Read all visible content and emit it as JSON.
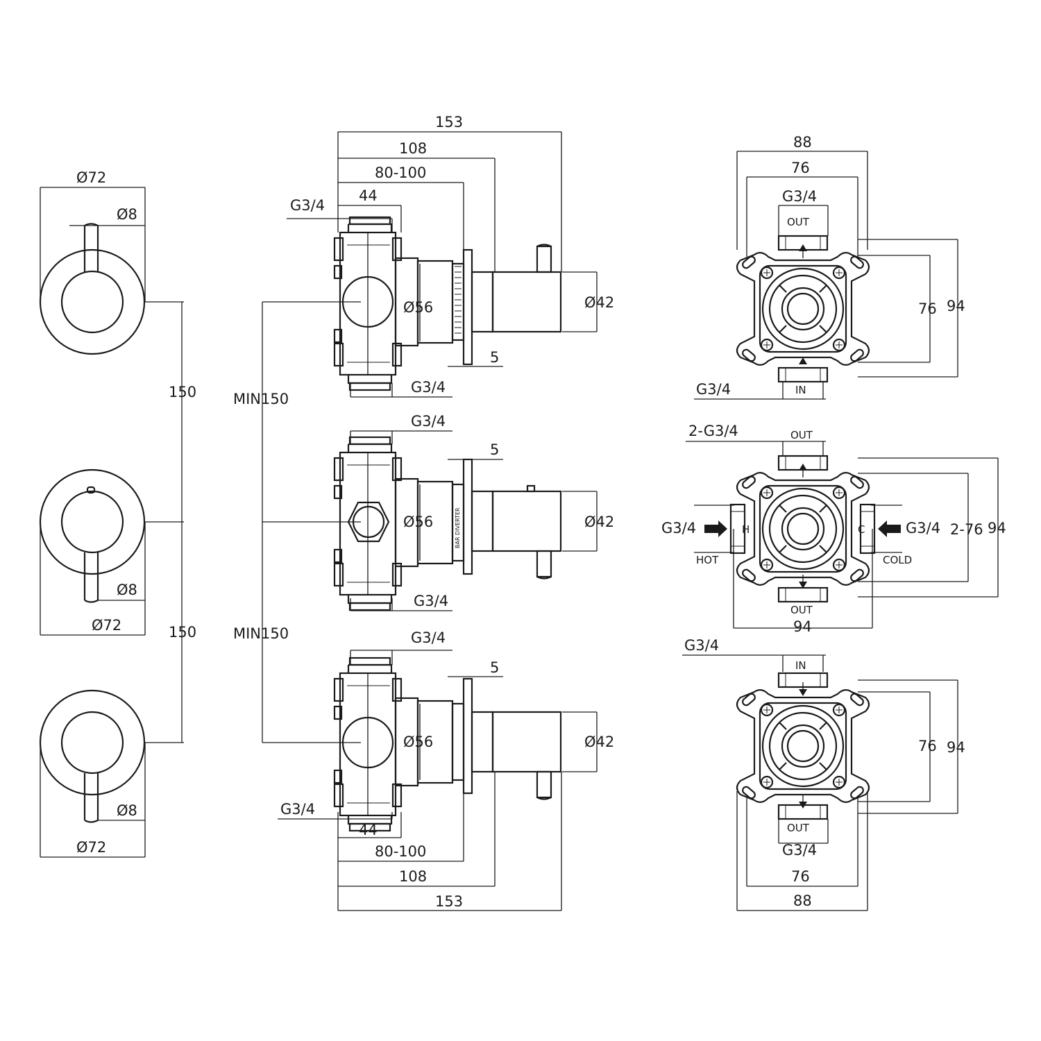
{
  "handles": {
    "top": {
      "outer_diameter": "Ø72",
      "lever_diameter": "Ø8"
    },
    "middle": {
      "lever_diameter": "Ø8",
      "outer_diameter": "Ø72"
    },
    "bottom": {
      "lever_diameter": "Ø8",
      "outer_diameter": "Ø72"
    },
    "spacing_top": "150",
    "spacing_bottom": "150"
  },
  "side_views": {
    "min_spacing_top": "MIN150",
    "min_spacing_bottom": "MIN150",
    "top": {
      "overall": "153",
      "to_handle": "108",
      "wall_depth": "80-100",
      "body_width": "44",
      "inlet_thread": "G3/4",
      "outlet_thread": "G3/4",
      "sleeve_diameter": "Ø56",
      "handle_diameter": "Ø42",
      "plate_thickness": "5"
    },
    "middle": {
      "top_thread": "G3/4",
      "bottom_thread": "G3/4",
      "sleeve_diameter": "Ø56",
      "handle_diameter": "Ø42",
      "plate_thickness": "5",
      "plate_text": "BAR DIVERTER"
    },
    "bottom": {
      "top_thread": "G3/4",
      "inlet_thread": "G3/4",
      "sleeve_diameter": "Ø56",
      "handle_diameter": "Ø42",
      "plate_thickness": "5",
      "body_width": "44",
      "wall_depth": "80-100",
      "to_handle": "108",
      "overall": "153"
    }
  },
  "front_views": {
    "top": {
      "bracket_width": "88",
      "hole_spacing": "76",
      "thread": "G3/4",
      "port_out": "OUT",
      "port_in": "IN",
      "inlet_thread": "G3/4",
      "hole_spacing_v": "76",
      "bracket_height": "94"
    },
    "middle": {
      "thread": "2-G3/4",
      "port_out_top": "OUT",
      "port_out_bottom": "OUT",
      "hot_thread": "G3/4",
      "cold_thread": "G3/4",
      "hot_label": "HOT",
      "cold_label": "COLD",
      "hot_letter": "H",
      "cold_letter": "C",
      "hole_spacing_v": "2-76",
      "bracket_height": "94",
      "bracket_width": "94"
    },
    "bottom": {
      "thread": "G3/4",
      "port_in": "IN",
      "port_out": "OUT",
      "outlet_thread": "G3/4",
      "hole_spacing": "76",
      "bracket_width": "88",
      "hole_spacing_v": "76",
      "bracket_height": "94"
    }
  }
}
